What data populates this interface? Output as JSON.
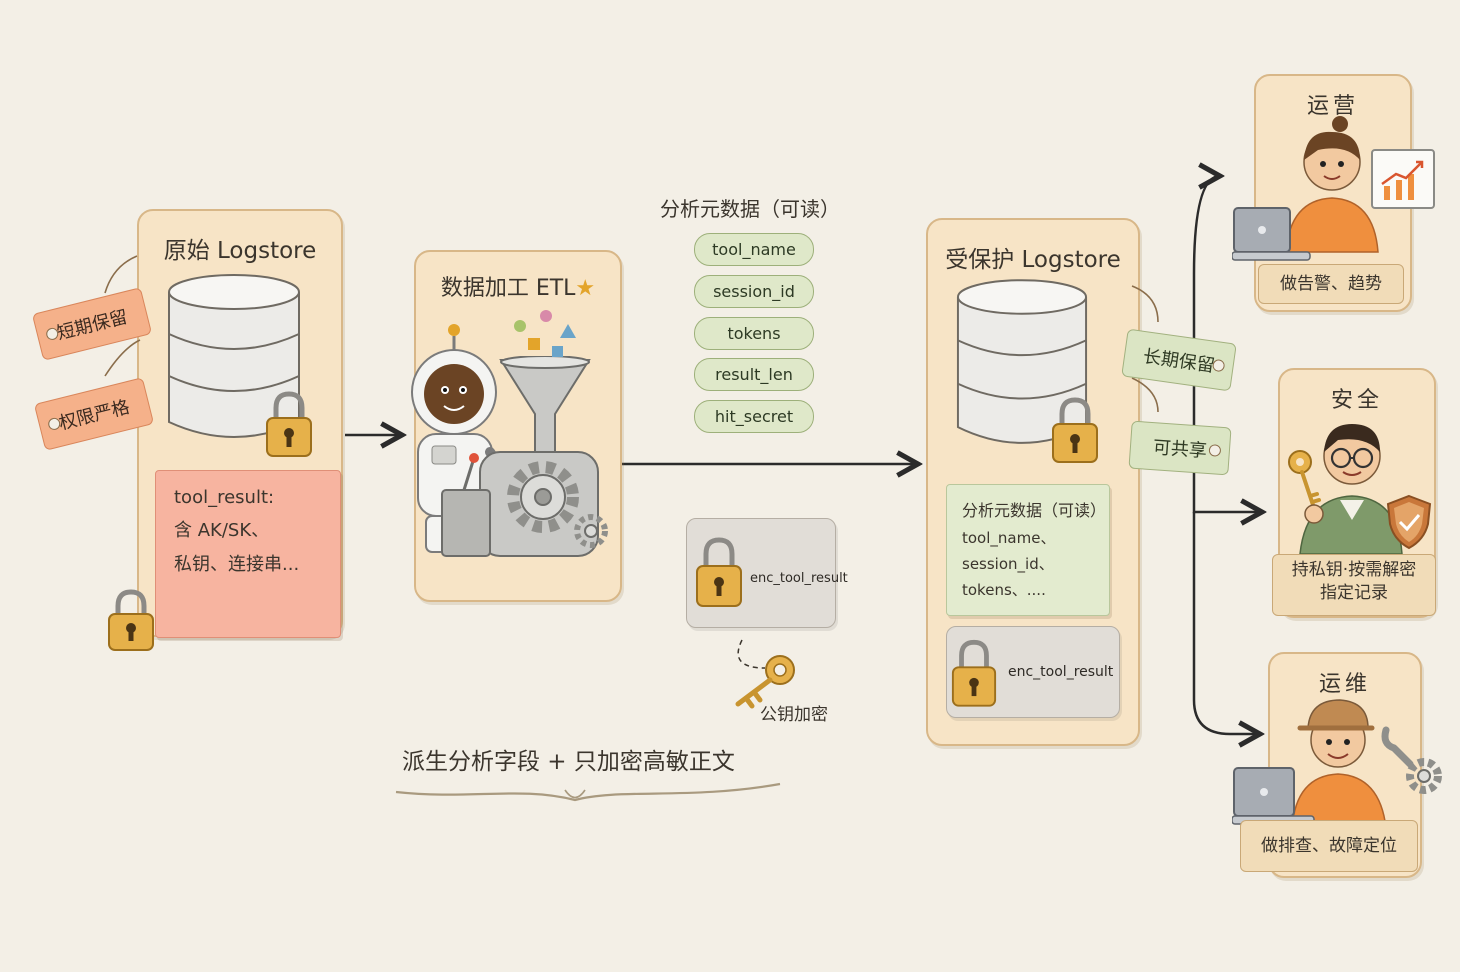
{
  "source_store": {
    "title": "原始 Logstore",
    "tags": [
      "短期保留",
      "权限严格"
    ],
    "note_lines": [
      "tool_result:",
      "含 AK/SK、",
      "私钥、连接串..."
    ]
  },
  "etl": {
    "title": "数据加工 ETL"
  },
  "analysis_fields": {
    "heading": "分析元数据（可读）",
    "fields": [
      "tool_name",
      "session_id",
      "tokens",
      "result_len",
      "hit_secret"
    ]
  },
  "encrypted": {
    "box_label": "enc_tool_result",
    "key_label": "公钥加密"
  },
  "caption": "派生分析字段 + 只加密高敏正文",
  "protected_store": {
    "title": "受保护 Logstore",
    "tags": [
      "长期保留",
      "可共享"
    ],
    "note_lines": [
      "分析元数据（可读）",
      "tool_name、",
      "session_id、",
      "tokens、...."
    ],
    "enc_label": "enc_tool_result"
  },
  "roles": [
    {
      "title": "运营",
      "desc_lines": [
        "做告警、趋势"
      ]
    },
    {
      "title": "安全",
      "desc_lines": [
        "持私钥·按需解密",
        "指定记录"
      ]
    },
    {
      "title": "运维",
      "desc_lines": [
        "做排查、故障定位"
      ]
    }
  ],
  "colors": {
    "card_bg": "#f7e4c6",
    "tag_orange": "#f5b18a",
    "tag_green": "#dbe5c4",
    "pill_green": "#dfe8c9",
    "lock_gold": "#e6b14a",
    "arrow": "#2b2b2b"
  },
  "icons": [
    "database-icon",
    "lock-icon",
    "robot-icon",
    "funnel-icon",
    "gear-icon",
    "key-icon",
    "chart-icon",
    "laptop-icon",
    "shield-icon",
    "wrench-icon"
  ]
}
